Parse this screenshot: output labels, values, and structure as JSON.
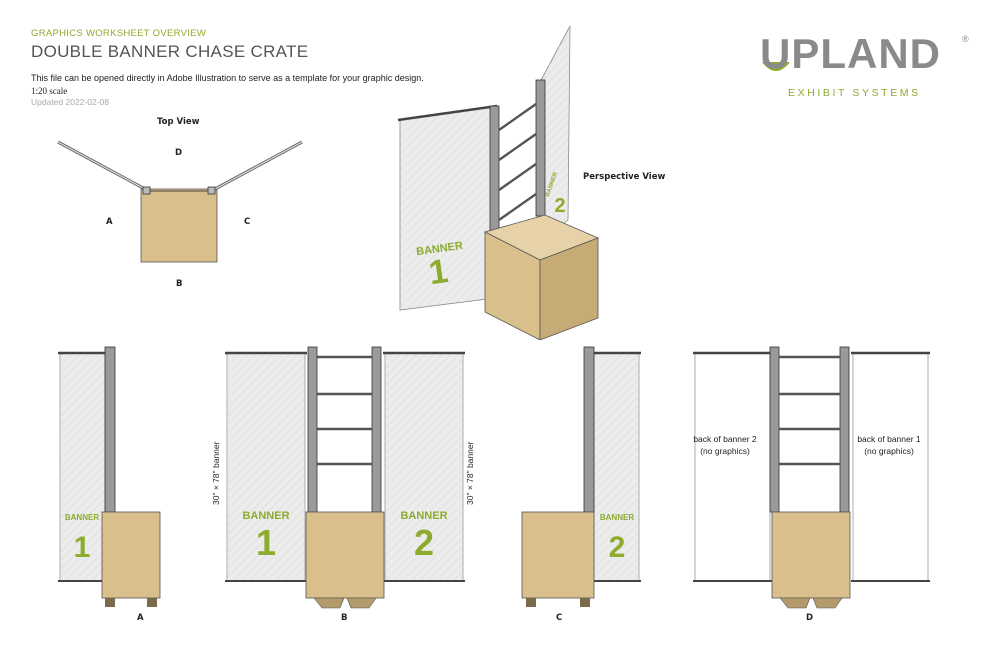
{
  "header": {
    "kicker": "GRAPHICS WORKSHEET OVERVIEW",
    "title": "DOUBLE BANNER CHASE CRATE",
    "description": "This file can be opened directly in Adobe Illustration to serve as a template for your graphic design.",
    "scale": "1:20 scale",
    "updated": "Updated 2022-02-08"
  },
  "logo": {
    "word": "UPLAND",
    "registered": "®",
    "tagline": "EXHIBIT SYSTEMS"
  },
  "top_view": {
    "title": "Top View",
    "side_d": "D",
    "side_a": "A",
    "side_c": "C",
    "side_b": "B"
  },
  "perspective": {
    "title": "Perspective View",
    "banner1_word": "BANNER",
    "banner1_num": "1",
    "banner2_word": "BANNER",
    "banner2_num": "2"
  },
  "elevations": {
    "a_label": "A",
    "b_label": "B",
    "c_label": "C",
    "d_label": "D",
    "banner_size_left": "30\" × 78\" banner",
    "banner_size_right": "30\" × 78\" banner",
    "banner_word": "BANNER",
    "banner1_num": "1",
    "banner2_num": "2",
    "back_banner2_line1": "back of banner 2",
    "back_banner2_line2": "(no graphics)",
    "back_banner1_line1": "back of banner 1",
    "back_banner1_line2": "(no graphics)"
  },
  "colors": {
    "accent_green": "#8dab2e",
    "crate_tan": "#d9bf8c",
    "banner_grey": "#ececec",
    "pole_grey": "#8f8f8f"
  }
}
